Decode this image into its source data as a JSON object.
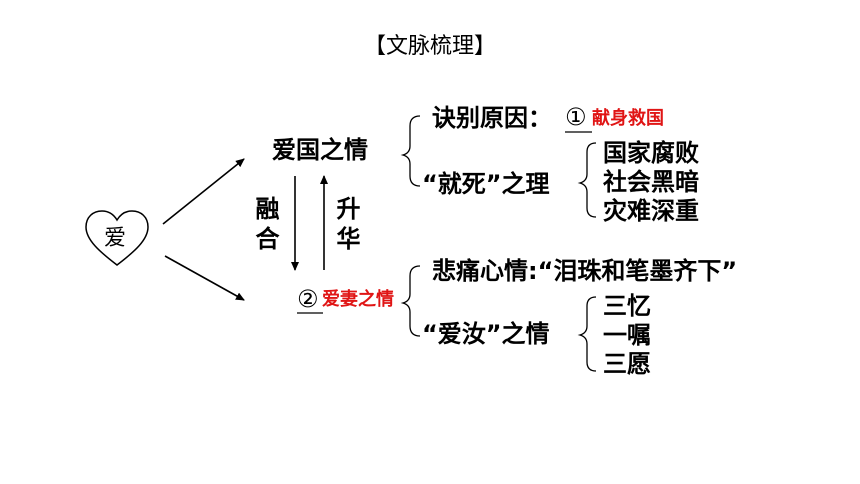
{
  "title": "【文脉梳理】",
  "root": "爱",
  "branch_top": {
    "label": "爱国之情",
    "reason_label": "诀别原因：",
    "answer_num": "①",
    "answer": "献身救国",
    "sub_label": "“就死”之理",
    "sub_items": [
      "国家腐败",
      "社会黑暗",
      "灾难深重"
    ]
  },
  "middle": {
    "down_text": "融合",
    "up_text": "升华"
  },
  "branch_bottom": {
    "answer_num": "②",
    "answer": "爱妻之情",
    "mood_label": "悲痛心情:“泪珠和笔墨齐下”",
    "sub_label": "“爱汝”之情",
    "sub_items": [
      "三忆",
      "一嘱",
      "三愿"
    ]
  },
  "colors": {
    "answer": "#e01515",
    "ink": "#000000"
  }
}
